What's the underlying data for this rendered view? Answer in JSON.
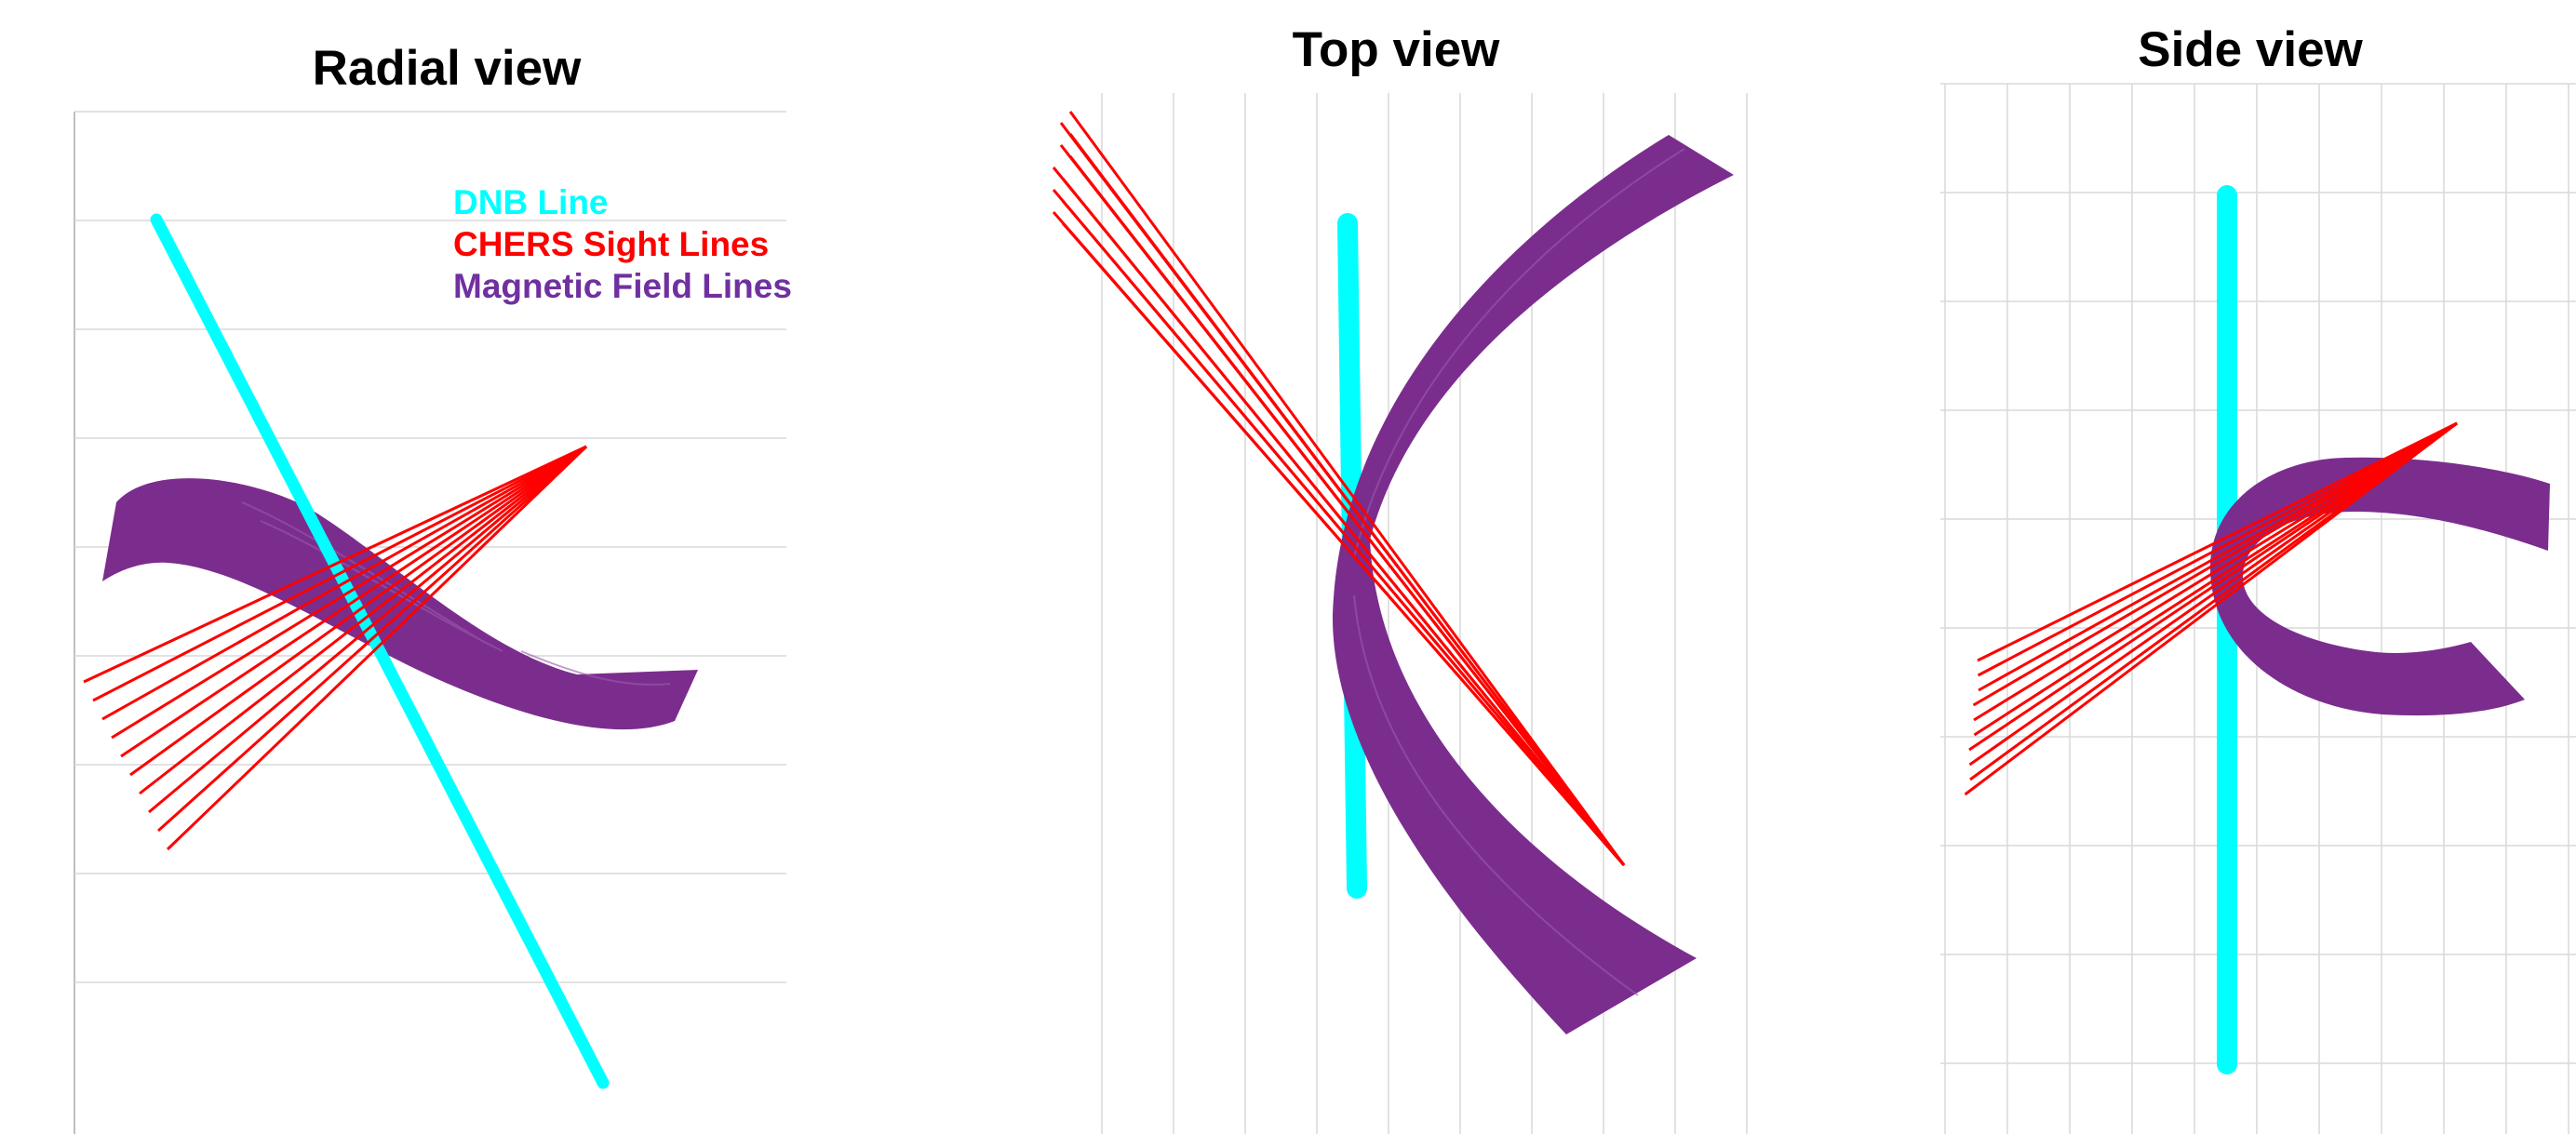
{
  "titles": {
    "radial": "Radial view",
    "top": "Top view",
    "side": "Side view"
  },
  "legend": {
    "dnb": "DNB Line",
    "chers": "CHERS Sight Lines",
    "magnetic": "Magnetic Field Lines"
  },
  "colors": {
    "dnb": "#00ffff",
    "chers": "#ff0000",
    "magnetic": "#7b2d8e",
    "grid": "#d9d9d9",
    "background": "#ffffff"
  }
}
